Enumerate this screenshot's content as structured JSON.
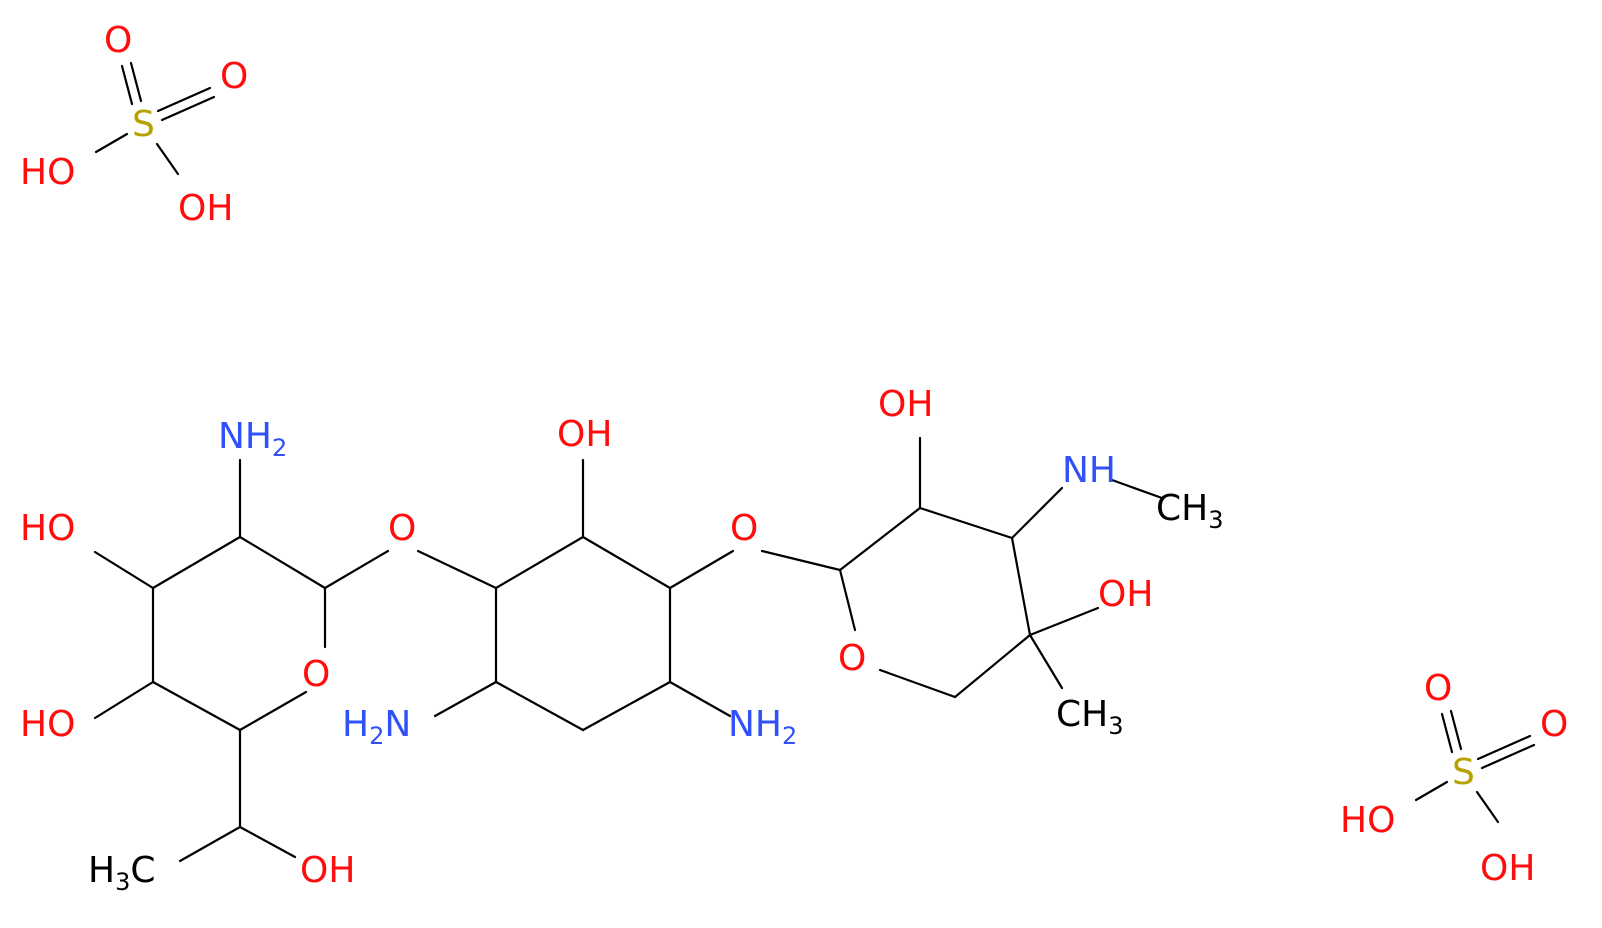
{
  "colors": {
    "bond": "#000000",
    "oxygen": "#ff0d0d",
    "nitrogen": "#3050f8",
    "sulfur": "#b8a200",
    "carbon": "#000000"
  },
  "labels": [
    {
      "id": "s1-o-top",
      "text": "O",
      "color": "oxygen"
    },
    {
      "id": "s1-o-right",
      "text": "O",
      "color": "oxygen"
    },
    {
      "id": "s1-s",
      "text": "S",
      "color": "sulfur"
    },
    {
      "id": "s1-ho-left",
      "text": "HO",
      "color": "oxygen"
    },
    {
      "id": "s1-oh-bottom",
      "text": "OH",
      "color": "oxygen"
    },
    {
      "id": "r1-nh2",
      "text": "NH",
      "sub": "2",
      "color": "nitrogen"
    },
    {
      "id": "r1-ho-top",
      "text": "HO",
      "color": "oxygen"
    },
    {
      "id": "r1-ho-bottom",
      "text": "HO",
      "color": "oxygen"
    },
    {
      "id": "r1-ring-o",
      "text": "O",
      "color": "oxygen"
    },
    {
      "id": "r1-ch3",
      "text": "H",
      "sub": "3",
      "tail": "C",
      "color": "carbon"
    },
    {
      "id": "r1-oh",
      "text": "OH",
      "color": "oxygen"
    },
    {
      "id": "link-o-1",
      "text": "O",
      "color": "oxygen"
    },
    {
      "id": "r2-oh",
      "text": "OH",
      "color": "oxygen"
    },
    {
      "id": "r2-nh2-left",
      "text": "H",
      "sub": "2",
      "tail": "N",
      "color": "nitrogen"
    },
    {
      "id": "r2-nh2-right",
      "text": "NH",
      "sub": "2",
      "color": "nitrogen"
    },
    {
      "id": "link-o-2",
      "text": "O",
      "color": "oxygen"
    },
    {
      "id": "r3-oh-top",
      "text": "OH",
      "color": "oxygen"
    },
    {
      "id": "r3-nh",
      "text": "NH",
      "color": "nitrogen"
    },
    {
      "id": "r3-ch3-n",
      "text": "CH",
      "sub": "3",
      "color": "carbon"
    },
    {
      "id": "r3-oh-right",
      "text": "OH",
      "color": "oxygen"
    },
    {
      "id": "r3-ring-o",
      "text": "O",
      "color": "oxygen"
    },
    {
      "id": "r3-ch3",
      "text": "CH",
      "sub": "3",
      "color": "carbon"
    },
    {
      "id": "s2-o-top",
      "text": "O",
      "color": "oxygen"
    },
    {
      "id": "s2-o-right",
      "text": "O",
      "color": "oxygen"
    },
    {
      "id": "s2-s",
      "text": "S",
      "color": "sulfur"
    },
    {
      "id": "s2-ho-left",
      "text": "HO",
      "color": "oxygen"
    },
    {
      "id": "s2-oh-bottom",
      "text": "OH",
      "color": "oxygen"
    }
  ]
}
